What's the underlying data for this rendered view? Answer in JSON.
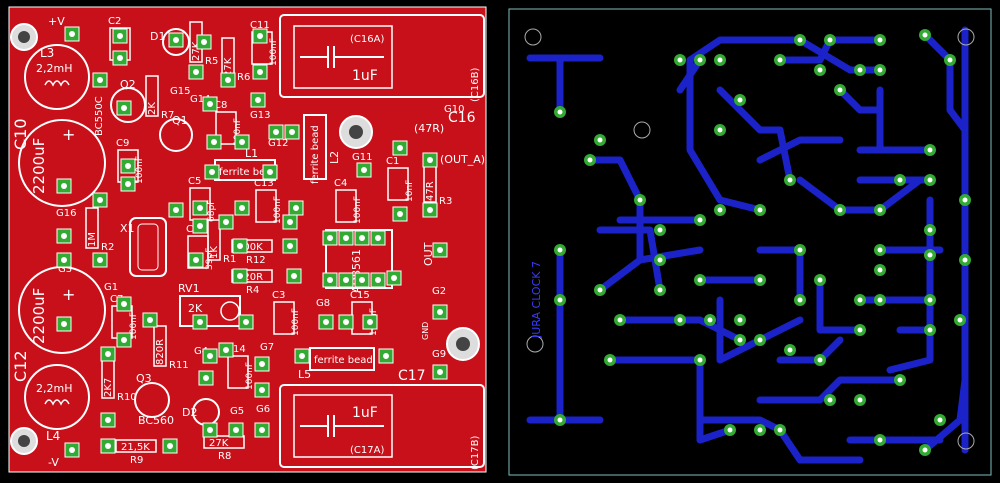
{
  "colors": {
    "background": "#000000",
    "board_top": "#c8101a",
    "silk": "#ffffff",
    "pad": "#33aa33",
    "bottom_trace": "#1a22c8",
    "board_outline": "#7fbfbf"
  },
  "top_layer": {
    "rails": {
      "positive": "+V",
      "negative": "-V"
    },
    "inductors": [
      {
        "ref": "L3",
        "value": "2,2mH"
      },
      {
        "ref": "L4",
        "value": "2,2mH"
      },
      {
        "ref": "L1",
        "value": "ferrite bead"
      },
      {
        "ref": "L2",
        "value": "ferrite bead"
      },
      {
        "ref": "L5",
        "value": "ferrite bead"
      }
    ],
    "electrolytics": [
      {
        "ref": "C10",
        "value": "2200uF"
      },
      {
        "ref": "C12",
        "value": "2200uF"
      }
    ],
    "film_caps": [
      {
        "ref": "C16A",
        "value": "1uF",
        "tag": "(C16A)",
        "side": "C16B"
      },
      {
        "ref": "C17A",
        "value": "1uF",
        "tag": "(C17A)",
        "side": "C17B"
      }
    ],
    "caps": [
      {
        "ref": "C11",
        "value": "100nF"
      },
      {
        "ref": "C8",
        "value": "100nF"
      },
      {
        "ref": "C9",
        "value": "100nF"
      },
      {
        "ref": "C13",
        "value": "100nF"
      },
      {
        "ref": "C4",
        "value": "100nF"
      },
      {
        "ref": "C1",
        "value": "10nF"
      },
      {
        "ref": "C5",
        "value": "68pF"
      },
      {
        "ref": "C6",
        "value": "39pF"
      },
      {
        "ref": "C7",
        "value": "100nF"
      },
      {
        "ref": "C3",
        "value": "100nF"
      },
      {
        "ref": "C15",
        "value": "100nF"
      },
      {
        "ref": "C14",
        "value": "100nF"
      },
      {
        "ref": "C2",
        "value": ""
      }
    ],
    "resistors": [
      {
        "ref": "R5",
        "value": "27K"
      },
      {
        "ref": "R6",
        "value": "27K"
      },
      {
        "ref": "R2",
        "value": "1M"
      },
      {
        "ref": "R12",
        "value": "100K"
      },
      {
        "ref": "R4",
        "value": "820R"
      },
      {
        "ref": "R1",
        "value": "1K"
      },
      {
        "ref": "R3",
        "value": "47R"
      },
      {
        "ref": "R9",
        "value": "21,5K"
      },
      {
        "ref": "R8",
        "value": "27K"
      },
      {
        "ref": "R10",
        "value": "2K7"
      },
      {
        "ref": "R11",
        "value": "820R"
      },
      {
        "ref": "R7",
        "value": "2K"
      },
      {
        "ref": "RV1",
        "value": "2K"
      }
    ],
    "semis": [
      {
        "ref": "Q2",
        "value": "BC550C"
      },
      {
        "ref": "Q3",
        "value": "BC560"
      },
      {
        "ref": "Q1",
        "value": ""
      },
      {
        "ref": "D1",
        "value": ""
      },
      {
        "ref": "D2",
        "value": ""
      },
      {
        "ref": "X1",
        "value": ""
      },
      {
        "ref": "U1",
        "value": "AD8561"
      }
    ],
    "labels": {
      "c16": "C16",
      "c17": "C17",
      "out_a": "(OUT_A)",
      "out": "OUT",
      "r47": "(47R)",
      "g10": "G10",
      "g11": "G11",
      "g12": "G12",
      "g13": "G13",
      "g14": "G14",
      "g15": "G15",
      "g16": "G16",
      "g1": "G1",
      "g2": "G2",
      "g3": "G3",
      "g4": "G4",
      "g5": "G5",
      "g6": "G6",
      "g7": "G7",
      "g8": "G8",
      "g9": "G9",
      "gnd": "GND",
      "c16b": "(C16B)",
      "c17b": "(C17B)"
    }
  },
  "bottom_layer": {
    "board_text": "JURA CLOCK 7"
  }
}
